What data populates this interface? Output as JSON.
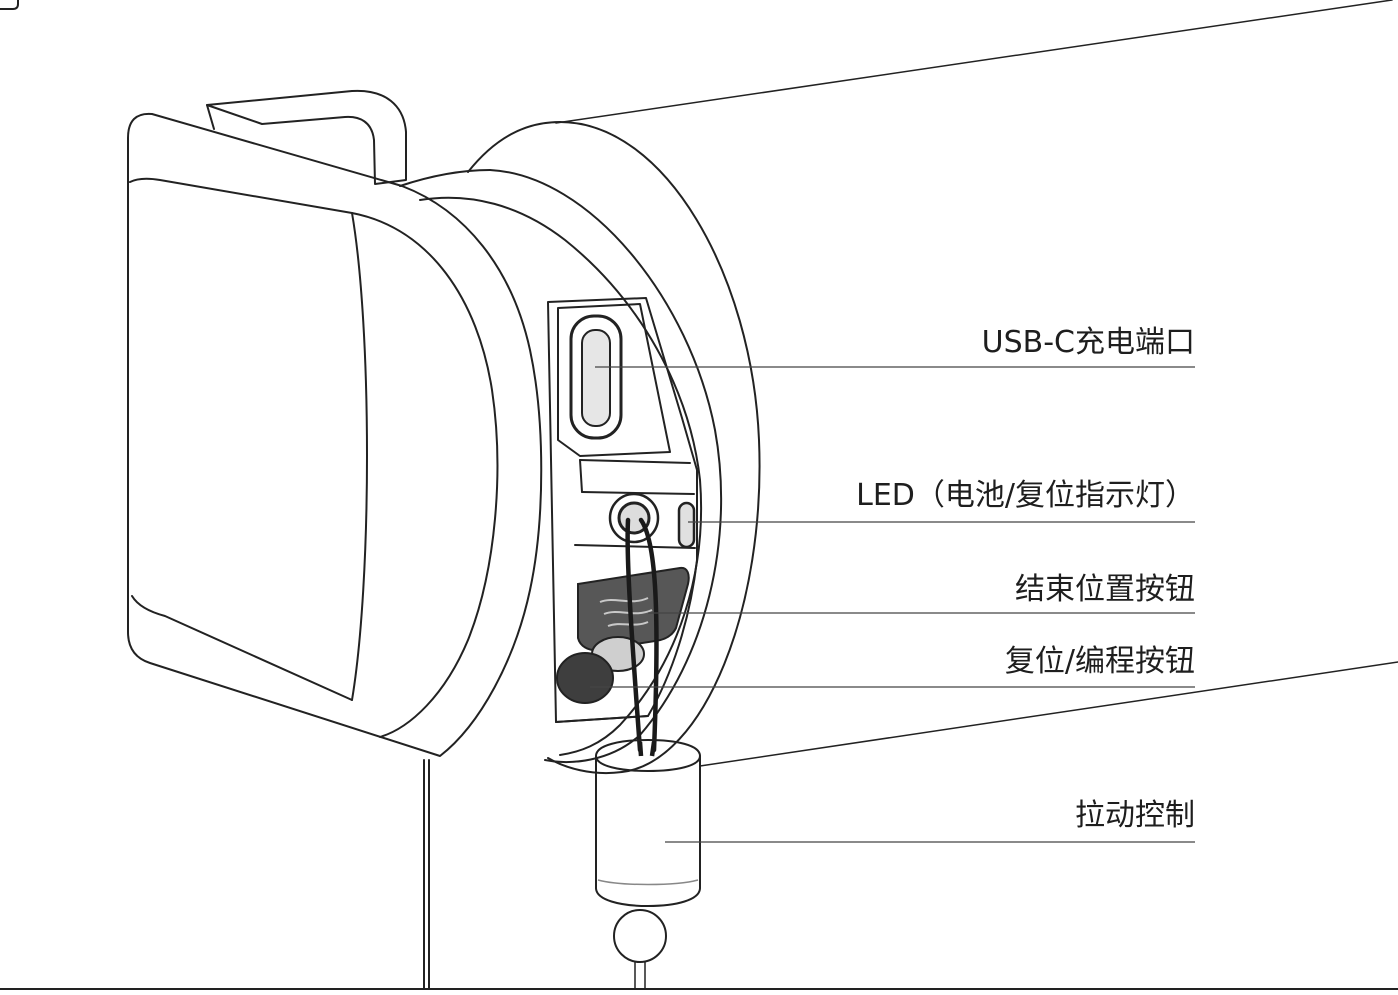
{
  "callouts": [
    {
      "label": "USB-C充电端口"
    },
    {
      "label": "LED（电池/复位指示灯）"
    },
    {
      "label": "结束位置按钮"
    },
    {
      "label": "复位/编程按钮"
    },
    {
      "label": "拉动控制"
    }
  ],
  "colors": {
    "line": "#222222",
    "leader": "#444444",
    "button": "#575757",
    "background": "#ffffff"
  }
}
